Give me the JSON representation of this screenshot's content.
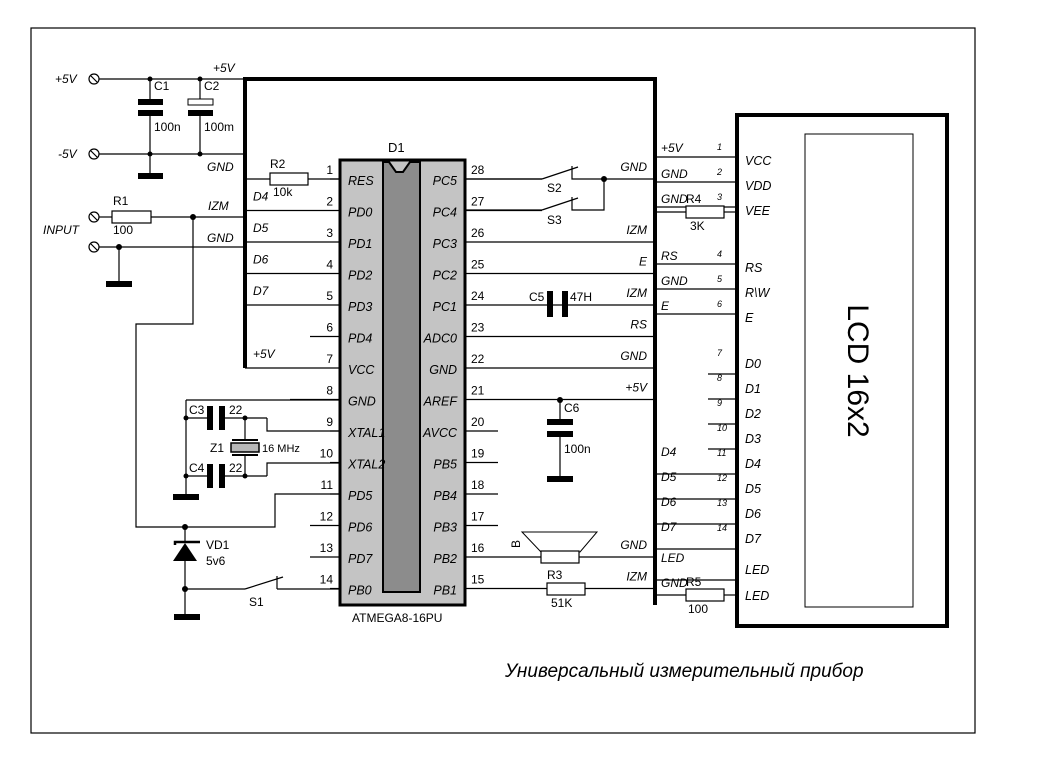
{
  "title": "Универсальный измерительный прибор",
  "power": {
    "plus5v_terminal": "+5V",
    "minus5v_terminal": "-5V",
    "bus_label": "+5V",
    "gnd_label": "GND"
  },
  "input": {
    "label": "INPUT",
    "izm_label": "IZM",
    "gnd_label": "GND"
  },
  "components": {
    "C1": {
      "ref": "C1",
      "value": "100n"
    },
    "C2": {
      "ref": "C2",
      "value": "100m"
    },
    "C3": {
      "ref": "C3",
      "value": "22"
    },
    "C4": {
      "ref": "C4",
      "value": "22"
    },
    "C5": {
      "ref": "C5",
      "value": "47H"
    },
    "C6": {
      "ref": "C6",
      "value": "100n"
    },
    "R1": {
      "ref": "R1",
      "value": "100"
    },
    "R2": {
      "ref": "R2",
      "value": "10k"
    },
    "R3": {
      "ref": "R3",
      "value": "51K"
    },
    "R4": {
      "ref": "R4",
      "value": "3K"
    },
    "R5": {
      "ref": "R5",
      "value": "100"
    },
    "Z1": {
      "ref": "Z1",
      "value": "16 MHz"
    },
    "VD1": {
      "ref": "VD1",
      "value": "5v6"
    },
    "S1": {
      "ref": "S1"
    },
    "S2": {
      "ref": "S2"
    },
    "S3": {
      "ref": "S3"
    },
    "B": {
      "ref": "B"
    }
  },
  "mcu": {
    "ref": "D1",
    "part": "ATMEGA8-16PU",
    "left_pins": [
      {
        "num": "1",
        "name": "RES",
        "net": ""
      },
      {
        "num": "2",
        "name": "PD0",
        "net": "D4"
      },
      {
        "num": "3",
        "name": "PD1",
        "net": "D5"
      },
      {
        "num": "4",
        "name": "PD2",
        "net": "D6"
      },
      {
        "num": "5",
        "name": "PD3",
        "net": "D7"
      },
      {
        "num": "6",
        "name": "PD4",
        "net": ""
      },
      {
        "num": "7",
        "name": "VCC",
        "net": "+5V"
      },
      {
        "num": "8",
        "name": "GND",
        "net": ""
      },
      {
        "num": "9",
        "name": "XTAL1",
        "net": ""
      },
      {
        "num": "10",
        "name": "XTAL2",
        "net": ""
      },
      {
        "num": "11",
        "name": "PD5",
        "net": ""
      },
      {
        "num": "12",
        "name": "PD6",
        "net": ""
      },
      {
        "num": "13",
        "name": "PD7",
        "net": ""
      },
      {
        "num": "14",
        "name": "PB0",
        "net": ""
      }
    ],
    "right_pins": [
      {
        "num": "28",
        "name": "PC5",
        "net": "GND"
      },
      {
        "num": "27",
        "name": "PC4",
        "net": ""
      },
      {
        "num": "26",
        "name": "PC3",
        "net": "IZM"
      },
      {
        "num": "25",
        "name": "PC2",
        "net": "E"
      },
      {
        "num": "24",
        "name": "PC1",
        "net": "IZM"
      },
      {
        "num": "23",
        "name": "ADC0",
        "net": "RS"
      },
      {
        "num": "22",
        "name": "GND",
        "net": "GND"
      },
      {
        "num": "21",
        "name": "AREF",
        "net": "+5V"
      },
      {
        "num": "20",
        "name": "AVCC",
        "net": ""
      },
      {
        "num": "19",
        "name": "PB5",
        "net": ""
      },
      {
        "num": "18",
        "name": "PB4",
        "net": ""
      },
      {
        "num": "17",
        "name": "PB3",
        "net": ""
      },
      {
        "num": "16",
        "name": "PB2",
        "net": "GND"
      },
      {
        "num": "15",
        "name": "PB1",
        "net": "IZM"
      }
    ]
  },
  "lcd": {
    "name": "LCD  16x2",
    "pins": [
      {
        "num": "1",
        "name": "VCC",
        "net": "+5V"
      },
      {
        "num": "2",
        "name": "VDD",
        "net": "GND"
      },
      {
        "num": "3",
        "name": "VEE",
        "net": "GND"
      },
      {
        "num": "4",
        "name": "RS",
        "net": "RS"
      },
      {
        "num": "5",
        "name": "R\\W",
        "net": "GND"
      },
      {
        "num": "6",
        "name": "E",
        "net": "E"
      },
      {
        "num": "7",
        "name": "D0",
        "net": ""
      },
      {
        "num": "8",
        "name": "D1",
        "net": ""
      },
      {
        "num": "9",
        "name": "D2",
        "net": ""
      },
      {
        "num": "10",
        "name": "D3",
        "net": ""
      },
      {
        "num": "11",
        "name": "D4",
        "net": "D4"
      },
      {
        "num": "12",
        "name": "D5",
        "net": "D5"
      },
      {
        "num": "13",
        "name": "D6",
        "net": "D6"
      },
      {
        "num": "14",
        "name": "D7",
        "net": "D7"
      },
      {
        "num": "",
        "name": "LED",
        "net": "LED"
      },
      {
        "num": "",
        "name": "LED",
        "net": "GND"
      }
    ]
  }
}
